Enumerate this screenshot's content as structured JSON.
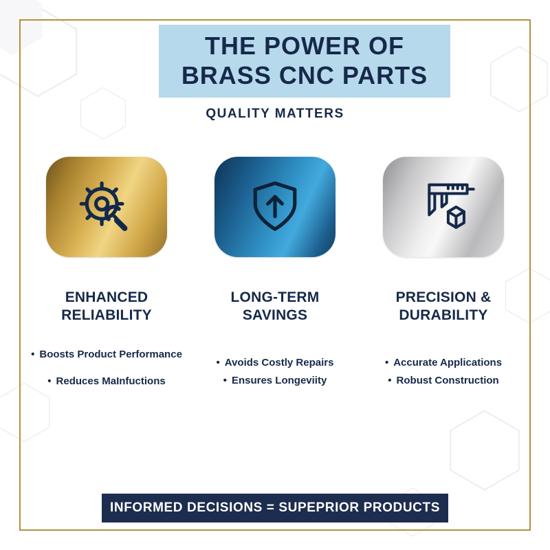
{
  "header": {
    "title_line1": "THE POWER OF",
    "title_line2": "BRASS CNC PARTS",
    "subtitle": "QUALITY MATTERS"
  },
  "columns": [
    {
      "tile": "gold",
      "icon": "gear-wrench-icon",
      "heading_line1": "ENHANCED",
      "heading_line2": "RELIABILITY",
      "bullets": [
        "Boosts Product Performance",
        "Reduces MaInfuctions"
      ]
    },
    {
      "tile": "blue",
      "icon": "shield-up-arrow-icon",
      "heading_line1": "LONG-TERM",
      "heading_line2": "SAVINGS",
      "bullets": [
        "Avoids Costly Repairs",
        "Ensures Longeviity"
      ]
    },
    {
      "tile": "silver",
      "icon": "caliper-cube-icon",
      "heading_line1": "PRECISION &",
      "heading_line2": "DURABILITY",
      "bullets": [
        "Accurate Applications",
        "Robust Construction"
      ]
    }
  ],
  "footer": {
    "banner_text": "INFORMED DECISIONS = SUPEPRIOR PRODUCTS"
  },
  "colors": {
    "navy": "#16294a",
    "light_blue": "#b6d9eb",
    "gold": "#b39040",
    "footer_navy": "#1d2d4f"
  }
}
